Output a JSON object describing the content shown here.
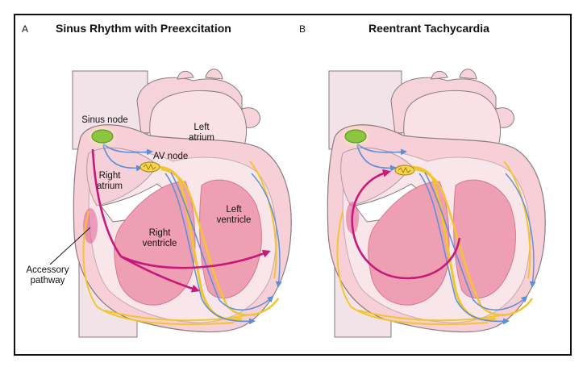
{
  "panels": [
    {
      "letter": "A",
      "title": "Sinus Rhythm with Preexcitation"
    },
    {
      "letter": "B",
      "title": "Reentrant Tachycardia"
    }
  ],
  "labels": {
    "sinus_node": "Sinus node",
    "left_atrium": [
      "Left",
      "atrium"
    ],
    "av_node": "AV node",
    "right_atrium": [
      "Right",
      "atrium"
    ],
    "left_ventricle": [
      "Left",
      "ventricle"
    ],
    "right_ventricle": [
      "Right",
      "ventricle"
    ],
    "accessory_pathway": [
      "Accessory",
      "pathway"
    ]
  },
  "colors": {
    "conduction_arrow": "#c8197a",
    "sinus_impulse": "#5b8fd6",
    "conduction_system": "#f2c530",
    "sinus_node": "#8cc63f",
    "tissue_pink": "#f4c6cf",
    "vessel_pink": "#f8d9dd"
  }
}
